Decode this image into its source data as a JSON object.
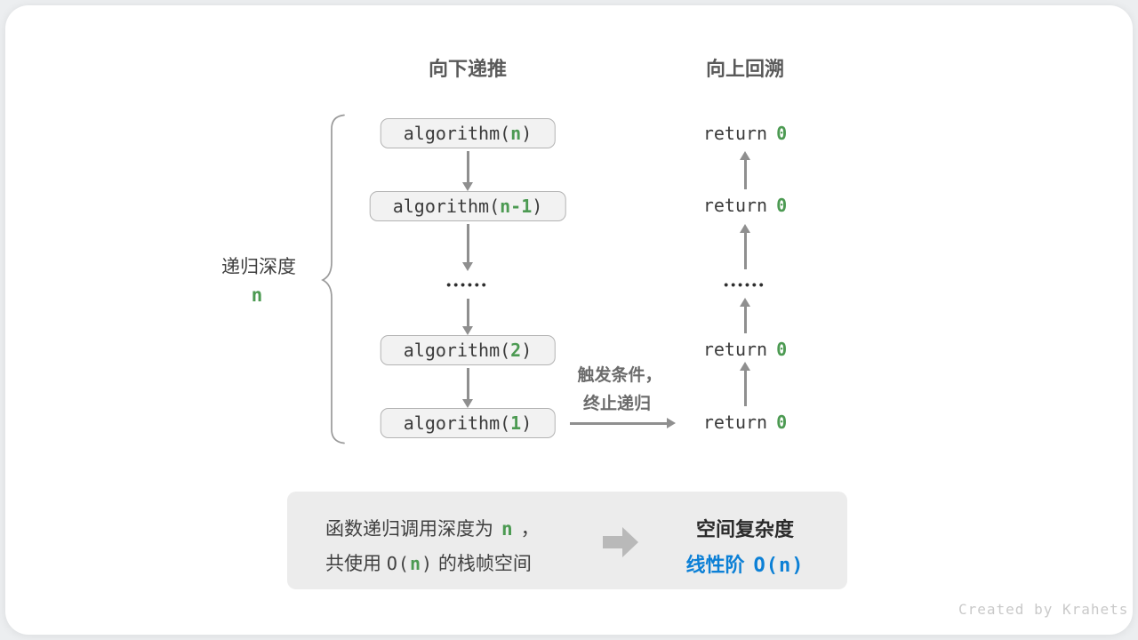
{
  "colors": {
    "green": "#4c9a52",
    "blue": "#0c80d6",
    "arrow": "#8f8f8f",
    "box-bg": "#f2f2f2",
    "box-border": "#b3b3b3",
    "code-text": "#3b3b3b",
    "header-text": "#595959",
    "note-text": "#6b6b6b",
    "summary-bg": "#ececec",
    "summary-text": "#404040",
    "dots": "#2e2e2e",
    "watermark": "#c9c9c9"
  },
  "headers": {
    "down": "向下递推",
    "up": "向上回溯"
  },
  "depth_label": {
    "text": "递归深度",
    "value": "n"
  },
  "call_stack": [
    {
      "pre": "algorithm(",
      "arg": "n",
      "post": ")"
    },
    {
      "pre": "algorithm(",
      "arg": "n-1",
      "post": ")"
    },
    {
      "dots": "••••••"
    },
    {
      "pre": "algorithm(",
      "arg": "2",
      "post": ")"
    },
    {
      "pre": "algorithm(",
      "arg": "1",
      "post": ")"
    }
  ],
  "returns": [
    {
      "pre": "return",
      "val": "0"
    },
    {
      "pre": "return",
      "val": "0"
    },
    {
      "dots": "••••••"
    },
    {
      "pre": "return",
      "val": "0"
    },
    {
      "pre": "return",
      "val": "0"
    }
  ],
  "trigger_note": {
    "line1": "触发条件，",
    "line2": "终止递归"
  },
  "summary": {
    "line1_pre": "函数递归调用深度为",
    "line1_arg": "n",
    "line1_post": "，",
    "line2_a": "共使用",
    "line2_b": "O(",
    "line2_arg": "n",
    "line2_c": ")",
    "line2_d": "的栈帧空间",
    "title": "空间复杂度",
    "result_label": "线性阶",
    "result_value": "O(n)"
  },
  "watermark": "Created by Krahets"
}
